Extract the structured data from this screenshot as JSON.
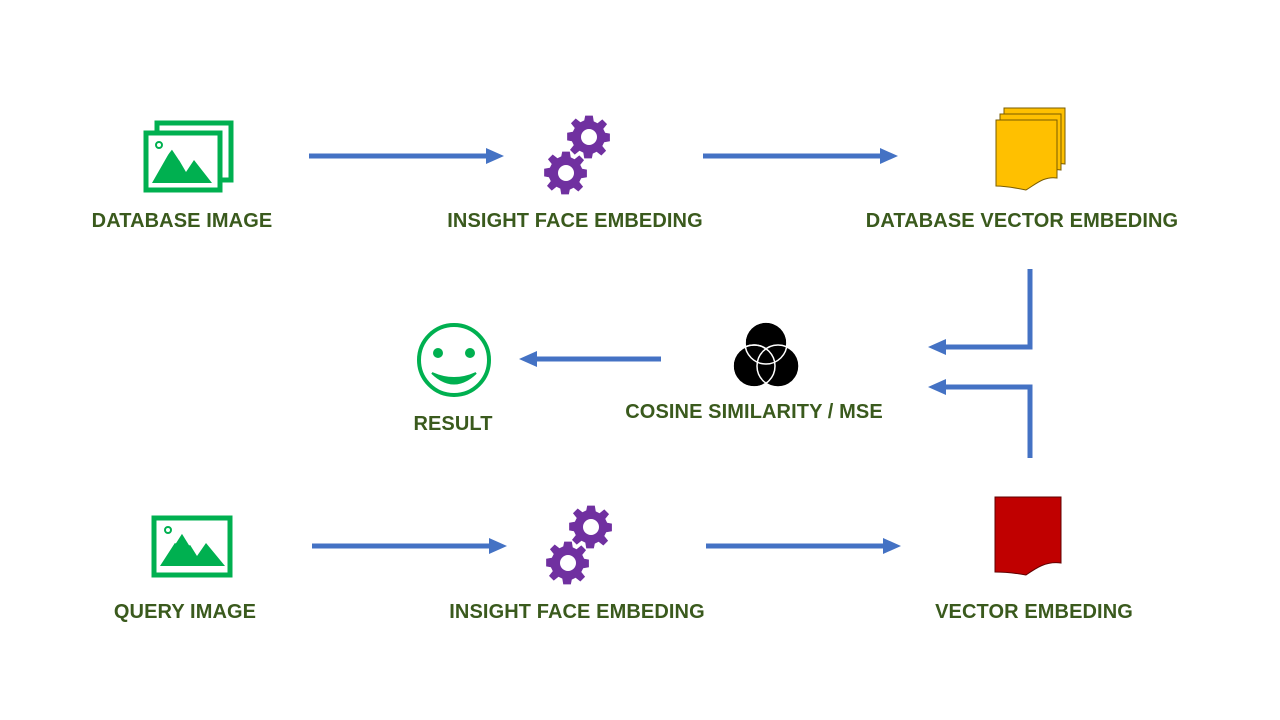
{
  "nodes": {
    "database_image": {
      "label": "DATABASE IMAGE",
      "icon": "picture-stack-icon"
    },
    "insight_face_top": {
      "label": "INSIGHT  FACE EMBEDING",
      "icon": "gears-icon"
    },
    "database_vector": {
      "label": "DATABASE VECTOR EMBEDING",
      "icon": "document-stack-icon"
    },
    "similarity": {
      "label": "COSINE SIMILARITY / MSE",
      "icon": "venn-icon"
    },
    "result": {
      "label": "RESULT",
      "icon": "smiley-face-icon"
    },
    "query_image": {
      "label": "QUERY IMAGE",
      "icon": "picture-icon"
    },
    "insight_face_bottom": {
      "label": "INSIGHT  FACE EMBEDING",
      "icon": "gears-icon"
    },
    "vector": {
      "label": "VECTOR EMBEDING",
      "icon": "document-icon"
    }
  },
  "colors": {
    "label_text": "#3a5a1d",
    "arrow": "#4472c4",
    "picture_green": "#00b050",
    "gear_purple": "#7030a0",
    "doc_yellow": "#ffc000",
    "doc_red": "#c00000",
    "venn_black": "#000000",
    "smiley_green": "#00b050"
  }
}
